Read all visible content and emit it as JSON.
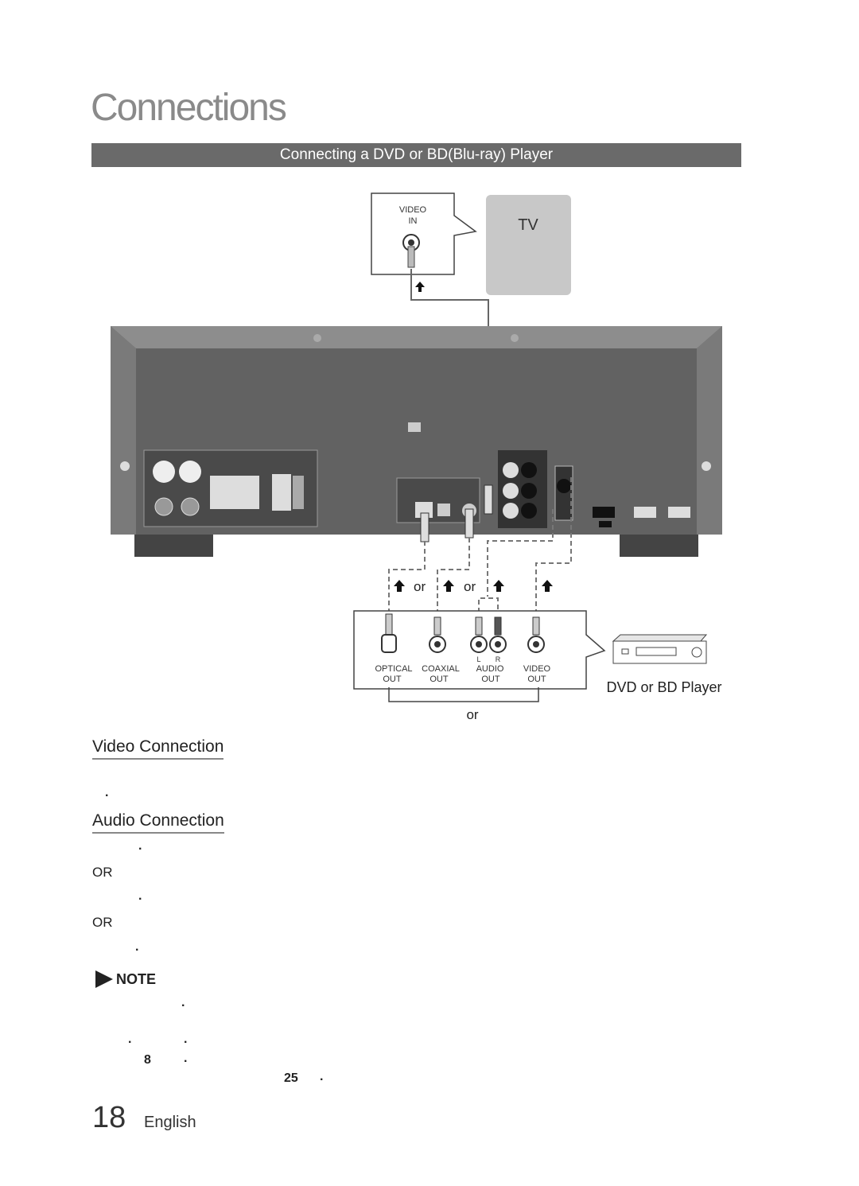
{
  "header": {
    "chapter_title": "Connections",
    "section_banner": "Connecting a DVD or BD(Blu-ray) Player"
  },
  "diagram": {
    "tv_label": "TV",
    "tv_jack_label": [
      "VIDEO",
      "IN"
    ],
    "or_labels": [
      "or",
      "or"
    ],
    "bottom_or": "or",
    "player_label": "DVD or BD Player",
    "player_jacks": {
      "optical": [
        "OPTICAL",
        "OUT"
      ],
      "coaxial": [
        "COAXIAL",
        "OUT"
      ],
      "audio": [
        "AUDIO",
        "OUT"
      ],
      "audio_lr": [
        "L",
        "R"
      ],
      "video": [
        "VIDEO",
        "OUT"
      ]
    }
  },
  "sections": {
    "video_heading": "Video Connection",
    "audio_heading": "Audio Connection",
    "or_1": "OR",
    "or_2": "OR",
    "note_label": "NOTE",
    "page_ref_1": "8",
    "page_ref_2": "25"
  },
  "footer": {
    "page_number": "18",
    "language": "English"
  }
}
